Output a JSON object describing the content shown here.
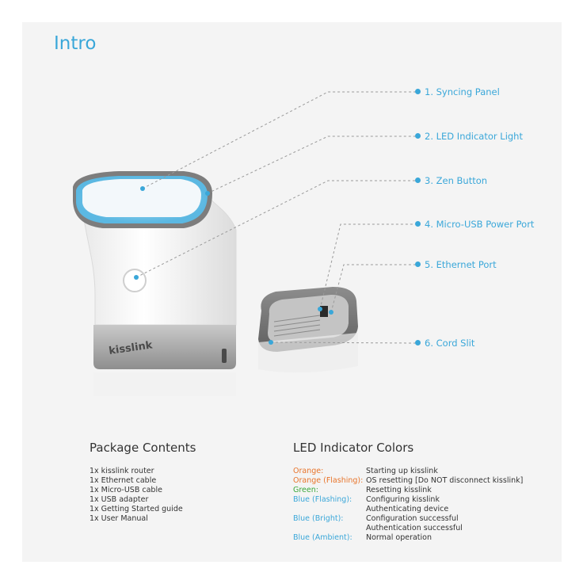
{
  "title": "Intro",
  "callouts": [
    {
      "label": "1. Syncing Panel"
    },
    {
      "label": "2. LED Indicator Light"
    },
    {
      "label": "3. Zen Button"
    },
    {
      "label": "4. Micro-USB Power Port"
    },
    {
      "label": "5. Ethernet Port"
    },
    {
      "label": "6. Cord Slit"
    }
  ],
  "device_brand": "kisslink",
  "package": {
    "heading": "Package Contents",
    "items": [
      "1x kisslink router",
      "1x Ethernet cable",
      "1x Micro-USB cable",
      "1x USB adapter",
      "1x Getting Started guide",
      "1x User Manual"
    ]
  },
  "led": {
    "heading": "LED Indicator Colors",
    "rows": [
      {
        "label": "Orange:",
        "color": "#e8742a",
        "desc": "Starting up kisslink"
      },
      {
        "label": "Orange (Flashing):",
        "color": "#e8742a",
        "desc": "OS resetting [Do NOT disconnect kisslink]"
      },
      {
        "label": "Green:",
        "color": "#3aa83a",
        "desc": "Resetting kisslink"
      },
      {
        "label": "Blue (Flashing):",
        "color": "#3aa7d9",
        "desc": "Configuring kisslink"
      },
      {
        "label": "",
        "color": "#3aa7d9",
        "desc": "Authenticating device"
      },
      {
        "label": "Blue (Bright):",
        "color": "#3aa7d9",
        "desc": "Configuration successful"
      },
      {
        "label": "",
        "color": "#3aa7d9",
        "desc": "Authentication successful"
      },
      {
        "label": "Blue (Ambient):",
        "color": "#3aa7d9",
        "desc": "Normal operation"
      }
    ]
  },
  "colors": {
    "accent": "#3aa7d9"
  }
}
